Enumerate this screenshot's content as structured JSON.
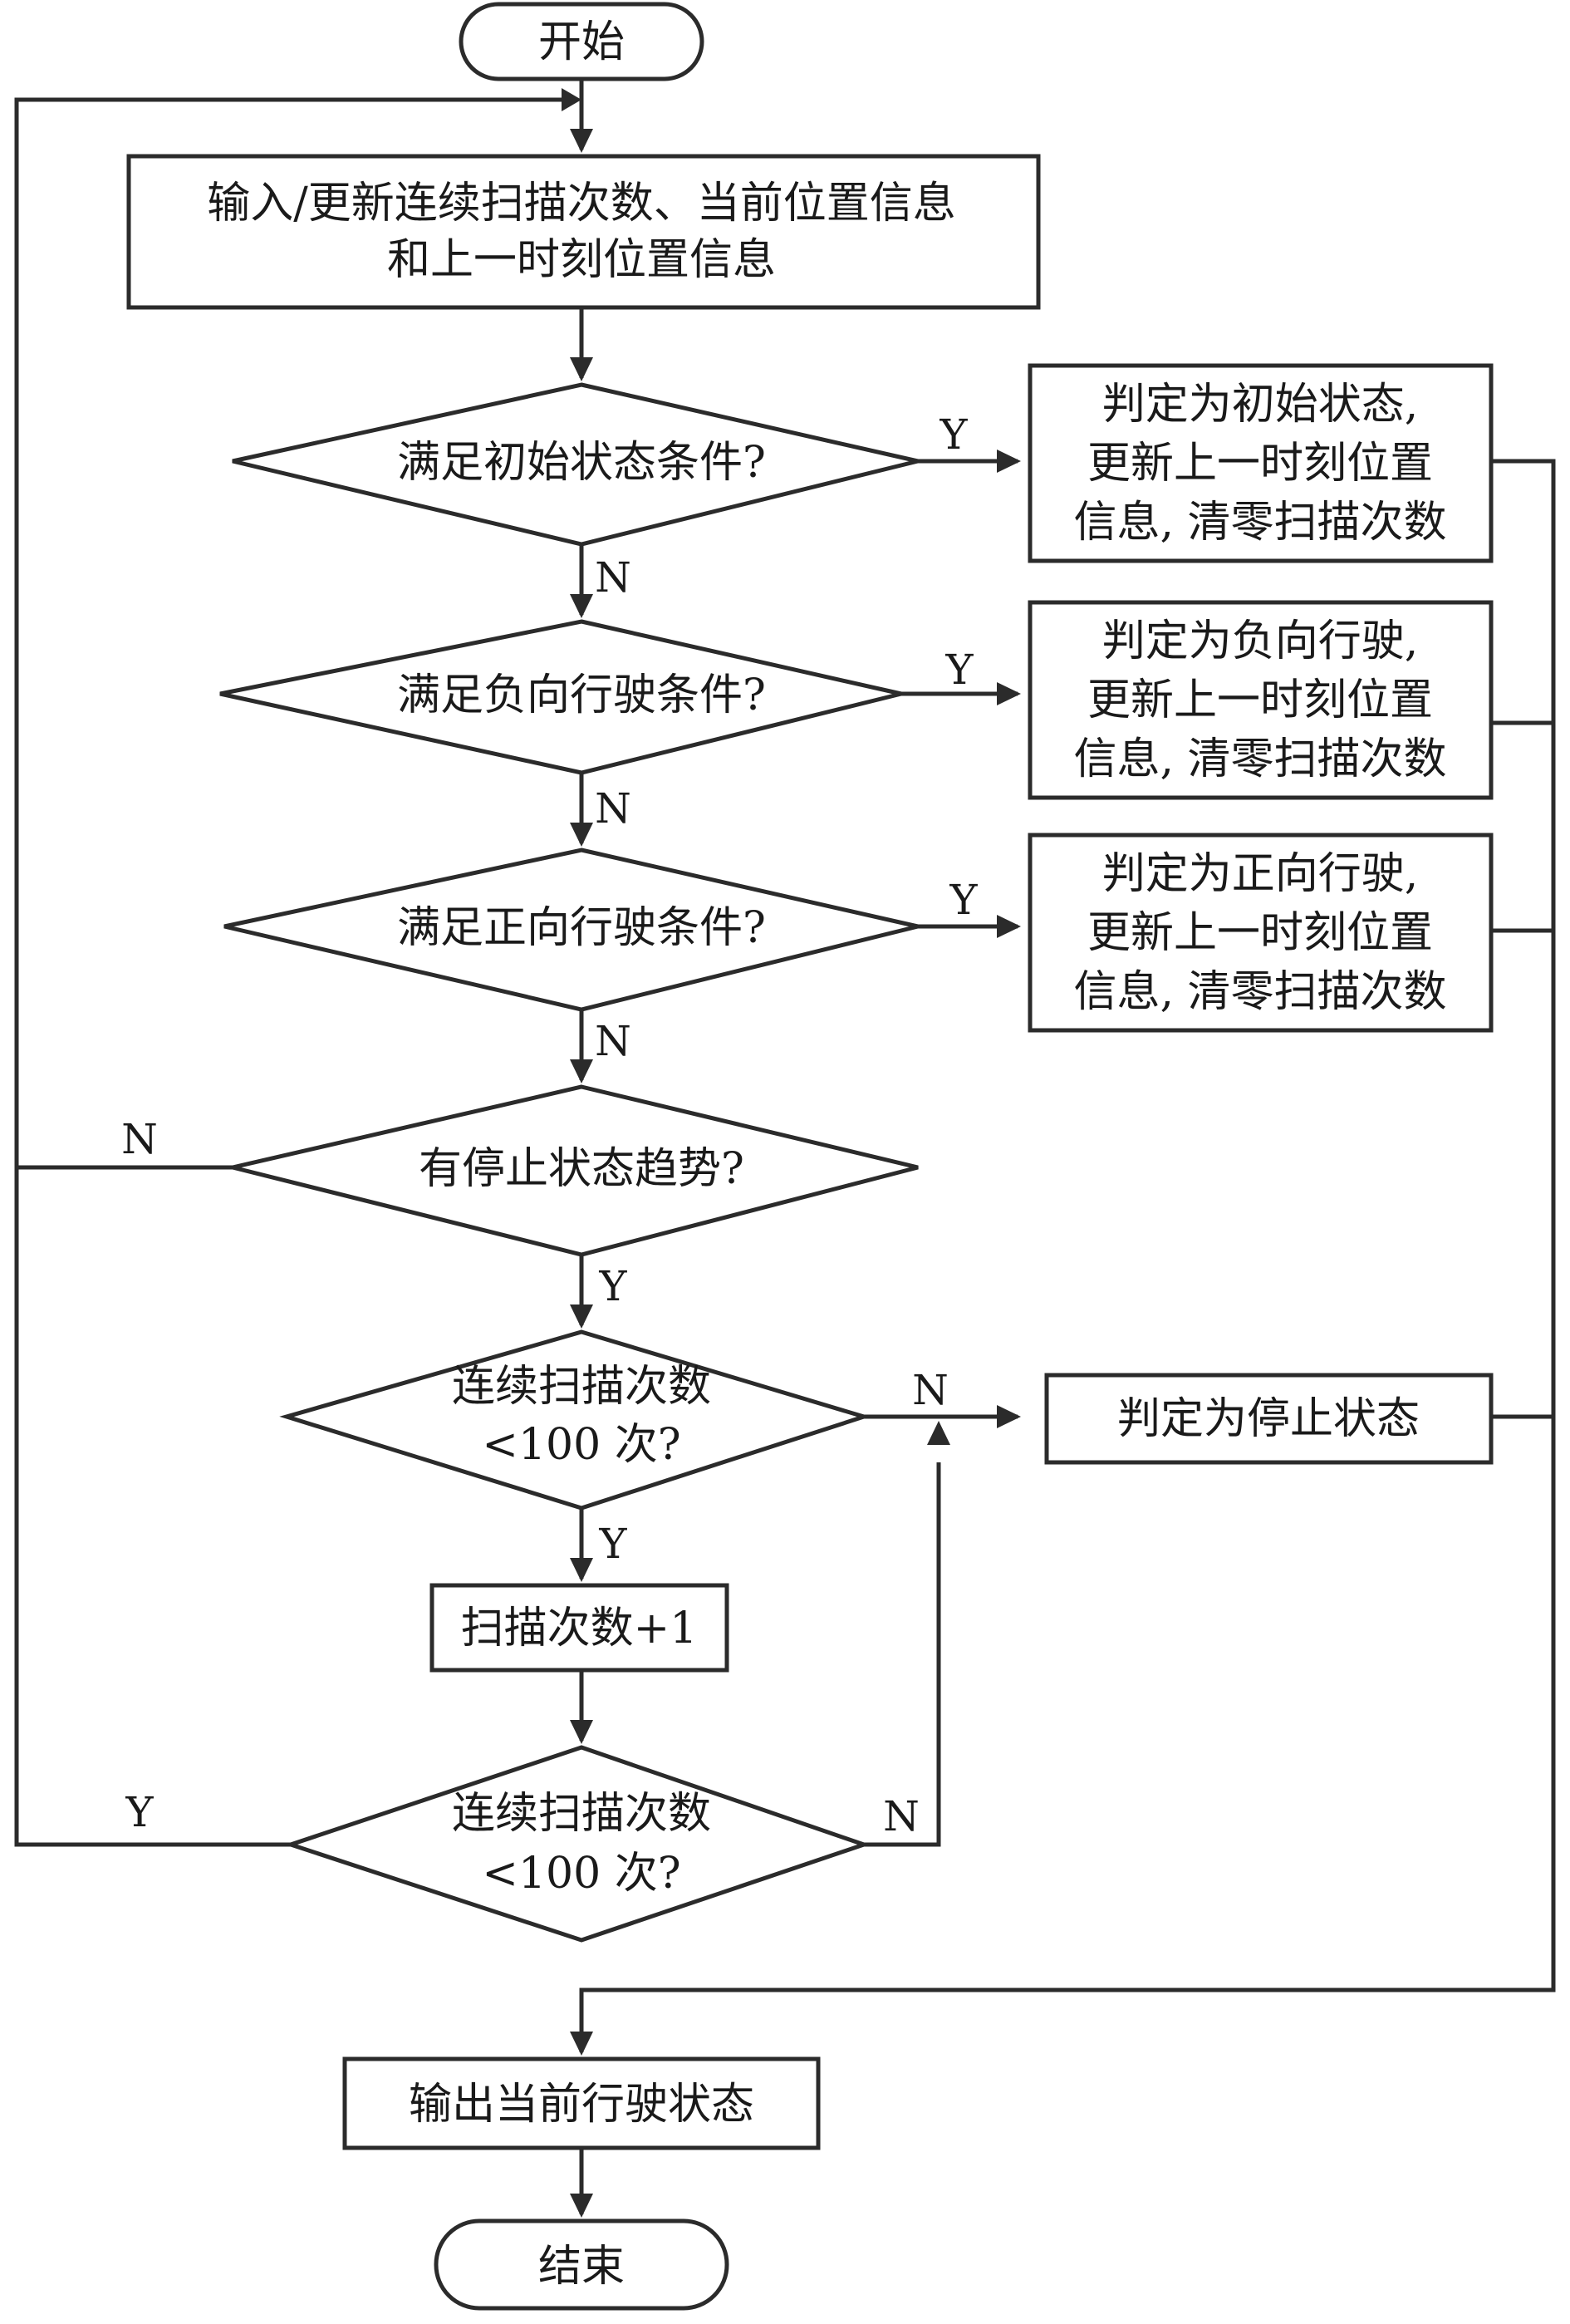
{
  "nodes": {
    "start": "开始",
    "input": [
      "输入/更新连续扫描次数、当前位置信息",
      "和上一时刻位置信息"
    ],
    "cond_initial": "满足初始状态条件?",
    "result_initial": [
      "判定为初始状态,",
      "更新上一时刻位置",
      "信息, 清零扫描次数"
    ],
    "cond_negative": "满足负向行驶条件?",
    "result_negative": [
      "判定为负向行驶,",
      "更新上一时刻位置",
      "信息, 清零扫描次数"
    ],
    "cond_positive": "满足正向行驶条件?",
    "result_positive": [
      "判定为正向行驶,",
      "更新上一时刻位置",
      "信息, 清零扫描次数"
    ],
    "cond_stop_trend": "有停止状态趋势?",
    "cond_scan_count_1": [
      "连续扫描次数",
      "<100 次?"
    ],
    "result_stop": "判定为停止状态",
    "scan_increment": "扫描次数+1",
    "cond_scan_count_2": [
      "连续扫描次数",
      "<100 次?"
    ],
    "output": "输出当前行驶状态",
    "end": "结束"
  },
  "edge_labels": {
    "initial_yes": "Y",
    "initial_no": "N",
    "negative_yes": "Y",
    "negative_no": "N",
    "positive_yes": "Y",
    "positive_no": "N",
    "stop_trend_no": "N",
    "stop_trend_yes": "Y",
    "scan1_no": "N",
    "scan1_yes": "Y",
    "scan2_yes": "Y",
    "scan2_no": "N"
  }
}
